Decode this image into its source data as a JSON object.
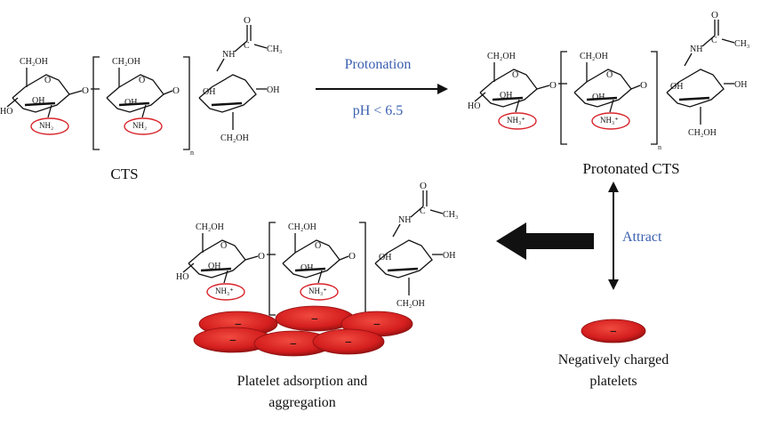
{
  "colors": {
    "ink": "#111111",
    "blue_label": "#3b5fb0",
    "highlight_red": "#d8232a",
    "platelet_red": "#d41e1e",
    "platelet_dark": "#8e0f0f"
  },
  "chem": {
    "ch2oh": "CH₂OH",
    "oh": "OH",
    "ho": "HO",
    "o": "O",
    "nh": "NH",
    "ch3": "CH₃",
    "c": "C",
    "n_sub": "n",
    "nh2": "NH₂",
    "nh3": "NH₃⁺"
  },
  "labels": {
    "cts": "CTS",
    "protonated_cts": "Protonated CTS",
    "protonation": "Protonation",
    "ph": "pH < 6.5",
    "attract": "Attract",
    "negatively_charged_l1": "Negatively charged",
    "negatively_charged_l2": "platelets",
    "aggregation_l1": "Platelet adsorption and",
    "aggregation_l2": "aggregation",
    "minus": "−"
  }
}
